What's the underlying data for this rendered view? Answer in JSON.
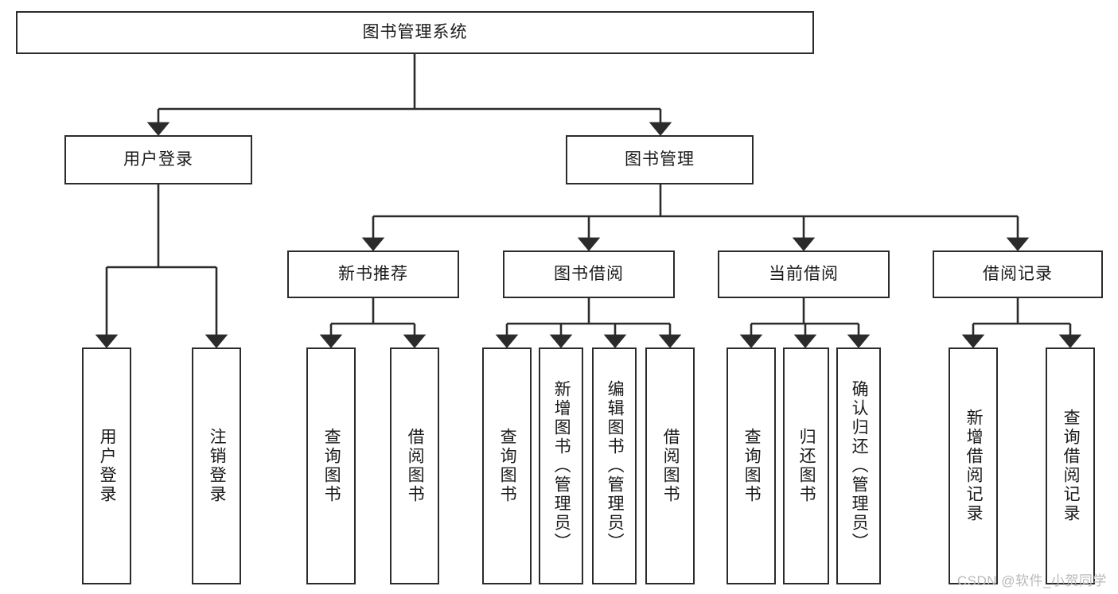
{
  "diagram": {
    "title": "图书管理系统",
    "type": "hierarchy-tree",
    "watermark": "CSDN @软件_小贺同学",
    "colors": {
      "box_border": "#2b2b2b",
      "box_fill": "#ffffff",
      "connector": "#2b2b2b",
      "text": "#1a1a1a",
      "watermark": "#b9b9b9"
    }
  },
  "nodes": {
    "root": {
      "label": "图书管理系统"
    },
    "tier2": [
      {
        "id": "user-login",
        "label": "用户登录"
      },
      {
        "id": "book-management",
        "label": "图书管理"
      }
    ],
    "tier3": [
      {
        "id": "new-book-recommend",
        "label": "新书推荐"
      },
      {
        "id": "book-borrow",
        "label": "图书借阅"
      },
      {
        "id": "current-borrow",
        "label": "当前借阅"
      },
      {
        "id": "borrow-record",
        "label": "借阅记录"
      }
    ],
    "leaves": {
      "user_login": [
        {
          "id": "leaf-user-login",
          "label": "用户登录"
        },
        {
          "id": "leaf-logout",
          "label": "注销登录"
        }
      ],
      "new_book_recommend": [
        {
          "id": "leaf-query-book-1",
          "label": "查询图书"
        },
        {
          "id": "leaf-borrow-book-1",
          "label": "借阅图书"
        }
      ],
      "book_borrow": [
        {
          "id": "leaf-query-book-2",
          "label": "查询图书"
        },
        {
          "id": "leaf-add-book",
          "label": "新增图书（管理员）"
        },
        {
          "id": "leaf-edit-book",
          "label": "编辑图书（管理员）"
        },
        {
          "id": "leaf-borrow-book-2",
          "label": "借阅图书"
        }
      ],
      "current_borrow": [
        {
          "id": "leaf-query-book-3",
          "label": "查询图书"
        },
        {
          "id": "leaf-return-book",
          "label": "归还图书"
        },
        {
          "id": "leaf-confirm-return",
          "label": "确认归还（管理员）"
        }
      ],
      "borrow_record": [
        {
          "id": "leaf-add-record",
          "label": "新增借阅记录"
        },
        {
          "id": "leaf-query-record",
          "label": "查询借阅记录"
        }
      ]
    }
  }
}
